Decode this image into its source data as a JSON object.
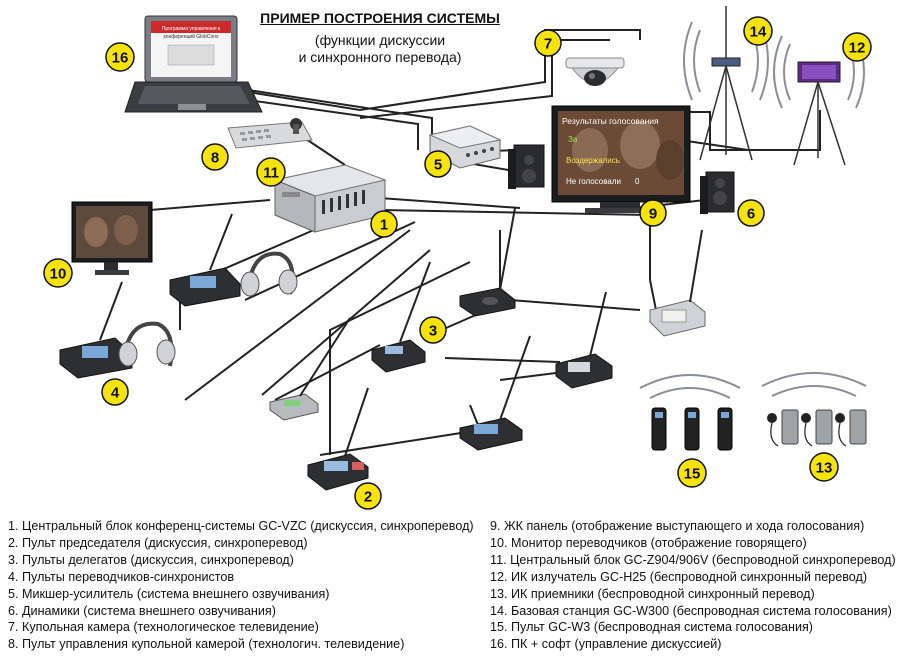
{
  "title": {
    "heading": "ПРИМЕР ПОСТРОЕНИЯ СИСТЕМЫ",
    "sub1": "(функции дискуссии",
    "sub2": "и синхронного перевода)"
  },
  "laptop_screen": {
    "line1": "Программа управления к",
    "line2": "конференций GlobCons"
  },
  "tv_screen": {
    "line1": "Результаты голосования",
    "line2": "За",
    "line3": "Воздержались",
    "line4": "Не голосовали",
    "value4": "0"
  },
  "colors": {
    "badge": "#f5e30b",
    "line": "#222222",
    "wave": "#8a8f96"
  },
  "badges": [
    "1",
    "2",
    "3",
    "4",
    "5",
    "6",
    "7",
    "8",
    "9",
    "10",
    "11",
    "12",
    "13",
    "14",
    "15",
    "16"
  ],
  "legend_left": [
    "1. Центральный блок конференц-системы GC-VZC (дискуссия, синхроперевод)",
    "2. Пульт председателя (дискуссия, синхроперевод)",
    "3. Пульты делегатов (дискуссия, синхроперевод)",
    "4. Пульты переводчиков-синхронистов",
    "5. Микшер-усилитель (система внешнего озвучивания)",
    "6. Динамики (система внешнего озвучивания)",
    "7. Купольная камера (технологическое телевидение)",
    "8. Пульт управления купольной камерой (технологич. телевидение)"
  ],
  "legend_right": [
    "9. ЖК панель (отображение выступающего и хода голосования)",
    "10. Монитор переводчиков (отображение говорящего)",
    "11. Центральный блок GC-Z904/906V (беспроводной синхроперевод)",
    "12. ИК излучатель GC-H25 (беспроводной синхронный перевод)",
    "13. ИК приемники (беспроводной синхронный перевод)",
    "14. Базовая станция GC-W300 (беспроводная система голосования)",
    "15. Пульт GC-W3 (беспроводная система голосования)",
    "16. ПК + софт (управление дискуссией)"
  ]
}
